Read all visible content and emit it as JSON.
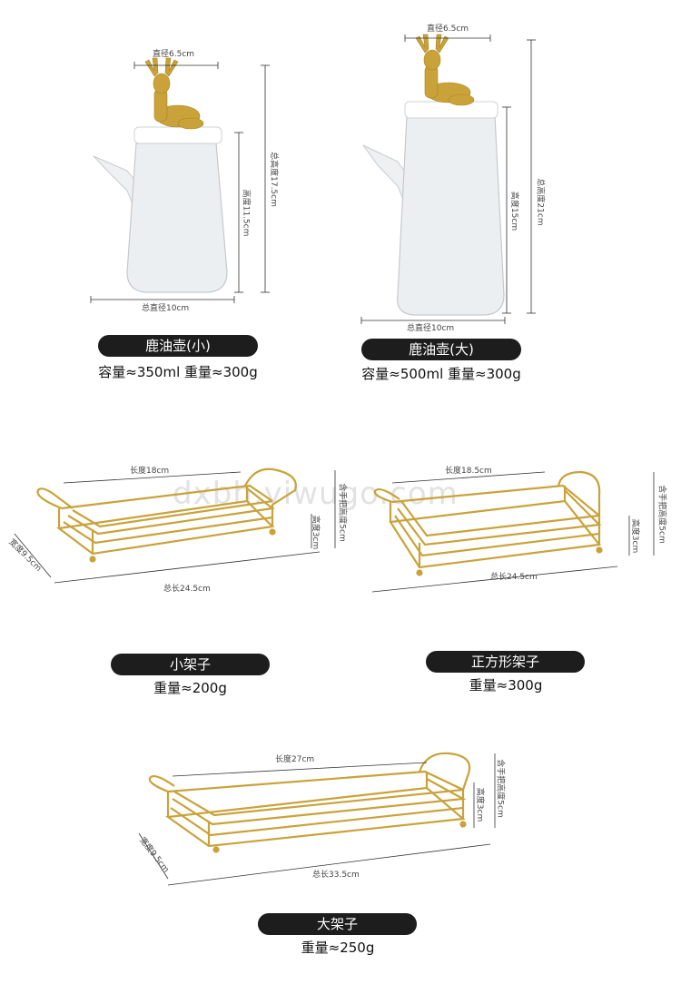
{
  "watermark": "dxbh.yiwugo.com",
  "colors": {
    "gold": "#c9a23a",
    "pill_bg": "#1d1d1d",
    "glass": "#e8ebee"
  },
  "pot_small": {
    "top_diameter": "直径6.5cm",
    "total_height": "总高度17.5cm",
    "height": "高度11.5cm",
    "total_diameter": "总直径10cm",
    "name": "鹿油壶(小)",
    "spec": "容量≈350ml 重量≈300g"
  },
  "pot_large": {
    "top_diameter": "直径6.5cm",
    "total_height": "总高度21cm",
    "height": "高度15cm",
    "total_diameter": "总直径10cm",
    "name": "鹿油壶(大)",
    "spec": "容量≈500ml 重量≈300g"
  },
  "rack_small": {
    "length": "长度18cm",
    "handle_height": "含手把高度5cm",
    "height": "高度3cm",
    "width": "宽度9.5cm",
    "total_length": "总长24.5cm",
    "name": "小架子",
    "spec": "重量≈200g"
  },
  "rack_square": {
    "length": "长度18.5cm",
    "handle_height": "含手把高度5cm",
    "height": "高度3cm",
    "total_length": "总长24.5cm",
    "name": "正方形架子",
    "spec": "重量≈300g"
  },
  "rack_large": {
    "length": "长度27cm",
    "handle_height": "含手把高度5cm",
    "height": "高度3cm",
    "width": "宽度9.5cm",
    "total_length": "总长33.5cm",
    "name": "大架子",
    "spec": "重量≈250g"
  }
}
